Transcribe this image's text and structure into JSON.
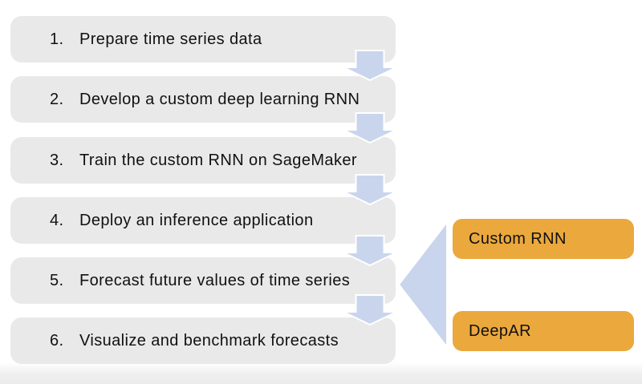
{
  "diagram": {
    "steps": [
      {
        "number": "1.",
        "label": "Prepare time series data"
      },
      {
        "number": "2.",
        "label": "Develop a custom deep learning RNN"
      },
      {
        "number": "3.",
        "label": "Train the custom RNN on SageMaker"
      },
      {
        "number": "4.",
        "label": "Deploy an inference application"
      },
      {
        "number": "5.",
        "label": "Forecast future values of time series"
      },
      {
        "number": "6.",
        "label": "Visualize and benchmark forecasts"
      }
    ],
    "outputs": [
      {
        "label": "Custom RNN"
      },
      {
        "label": "DeepAR"
      }
    ],
    "icons": {
      "flow_arrow": "down-block-arrow",
      "fanout": "left-pointing-triangle"
    },
    "colors": {
      "step_box_fill": "#E9E9E9",
      "arrow_fill": "#C9D5EC",
      "output_box_fill": "#EBA83D",
      "text": "#111111",
      "bottom_strip": "#EBEBEB"
    }
  }
}
